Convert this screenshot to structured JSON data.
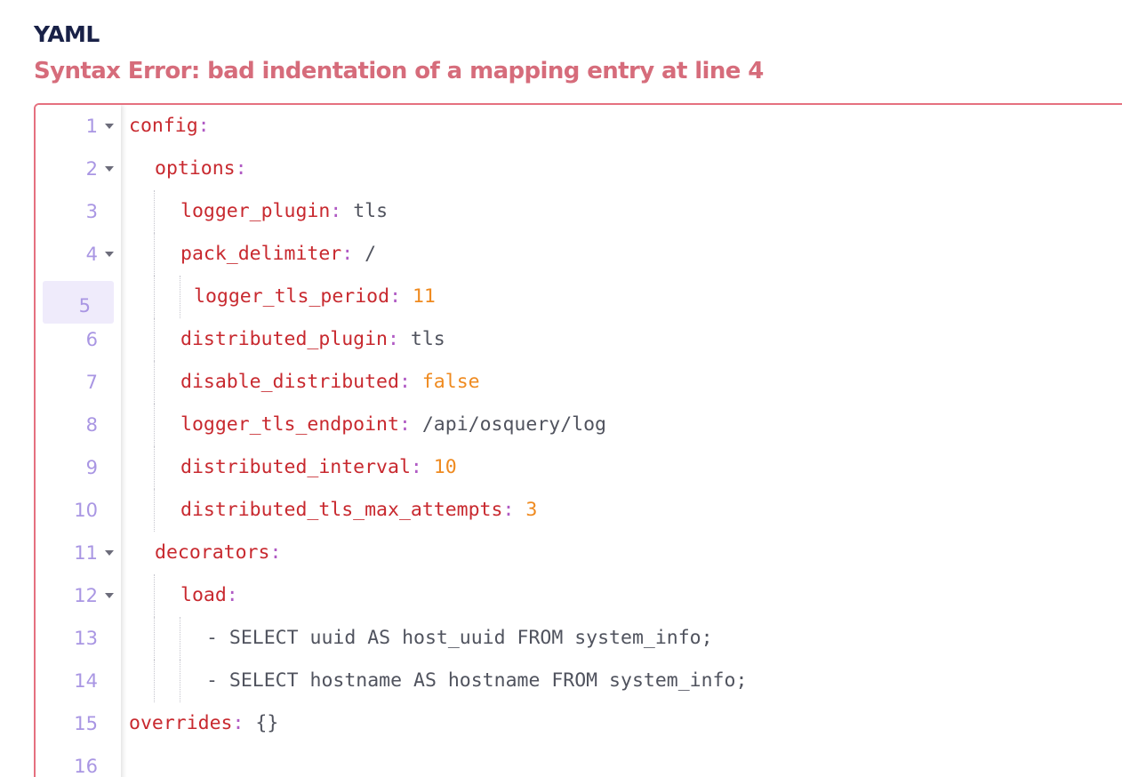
{
  "header": {
    "title": "YAML",
    "error": "Syntax Error: bad indentation of a mapping entry at line 4"
  },
  "editor": {
    "active_line": 5,
    "lines": [
      {
        "num": "1",
        "fold": true
      },
      {
        "num": "2",
        "fold": true
      },
      {
        "num": "3",
        "fold": false
      },
      {
        "num": "4",
        "fold": true
      },
      {
        "num": "5",
        "fold": false
      },
      {
        "num": "6",
        "fold": false
      },
      {
        "num": "7",
        "fold": false
      },
      {
        "num": "8",
        "fold": false
      },
      {
        "num": "9",
        "fold": false
      },
      {
        "num": "10",
        "fold": false
      },
      {
        "num": "11",
        "fold": true
      },
      {
        "num": "12",
        "fold": true
      },
      {
        "num": "13",
        "fold": false
      },
      {
        "num": "14",
        "fold": false
      },
      {
        "num": "15",
        "fold": false
      },
      {
        "num": "16",
        "fold": false
      }
    ],
    "code": {
      "l1_key": "config",
      "l2_key": "options",
      "l3_key": "logger_plugin",
      "l3_val": "tls",
      "l4_key": "pack_delimiter",
      "l4_val": "/",
      "l5_key": "logger_tls_period",
      "l5_val": "11",
      "l6_key": "distributed_plugin",
      "l6_val": "tls",
      "l7_key": "disable_distributed",
      "l7_val": "false",
      "l8_key": "logger_tls_endpoint",
      "l8_val": "/api/osquery/log",
      "l9_key": "distributed_interval",
      "l9_val": "10",
      "l10_key": "distributed_tls_max_attempts",
      "l10_val": "3",
      "l11_key": "decorators",
      "l12_key": "load",
      "l13_dash": "-",
      "l13_val": "SELECT uuid AS host_uuid FROM system_info;",
      "l14_dash": "-",
      "l14_val": "SELECT hostname AS hostname FROM system_info;",
      "l15_key": "overrides",
      "l15_val": "{}",
      "colon": ":"
    }
  }
}
